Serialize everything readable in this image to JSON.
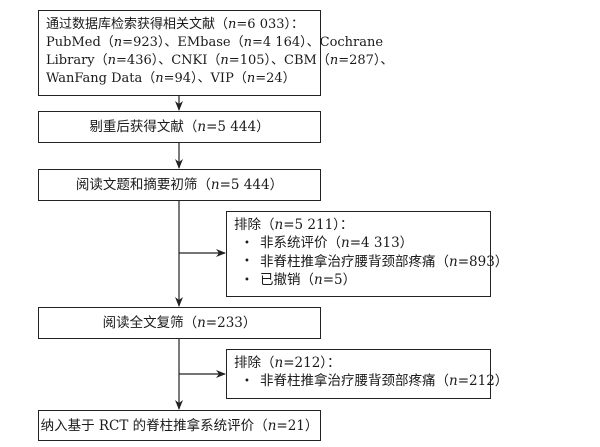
{
  "search_box": {
    "lines": [
      "通过数据库检索获得相关文献（n=6 033）：",
      "PubMed（n=923）、EMbase（n=4 164）、Cochrane",
      "Library（n=436）、CNKI（n=105）、CBM（n=287）、",
      "WanFang Data（n=94）、VIP（n=24）"
    ]
  },
  "dedup_box": "剔重后获得文献（n=5 444）",
  "title_abstract_box": "阅读文题和摘要初筛（n=5 444）",
  "exclusion_1": {
    "title": "排除（n=5 211）：",
    "items": [
      "非系统评价（n=4 313）",
      "非脊柱推拿治疗腰背颈部疼痛（n=893）",
      "已撤销（n=5）"
    ]
  },
  "fulltext_box": "阅读全文复筛（n=233）",
  "exclusion_2": {
    "title": "排除（n=212）：",
    "items": [
      "非脊柱推拿治疗腰背颈部疼痛（n=212）"
    ]
  },
  "included_box": "纳入基于 RCT 的脊柱推拿系统评价（n=21）"
}
